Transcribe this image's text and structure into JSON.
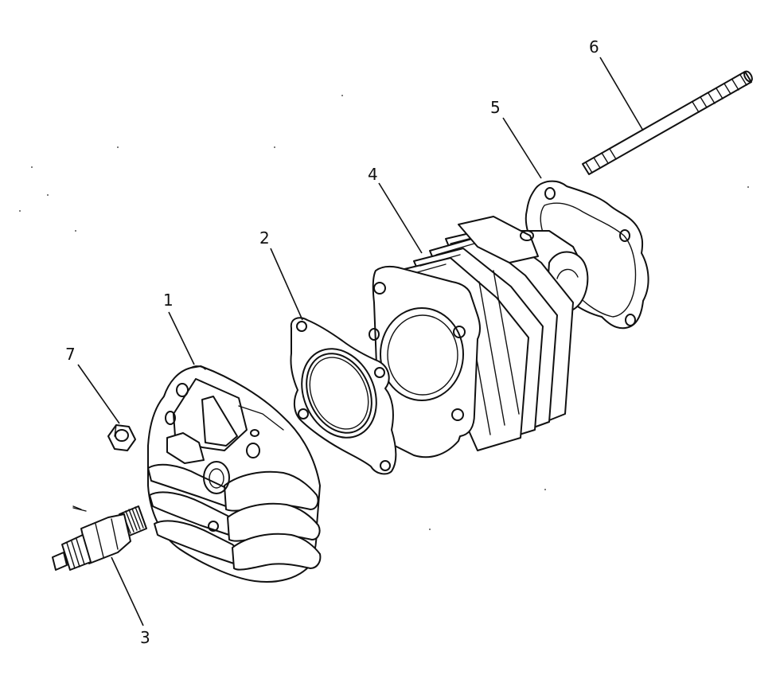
{
  "callouts": [
    {
      "id": "1",
      "part": "cylinder-head"
    },
    {
      "id": "2",
      "part": "cylinder-head-gasket"
    },
    {
      "id": "3",
      "part": "spark-plug"
    },
    {
      "id": "4",
      "part": "cylinder"
    },
    {
      "id": "5",
      "part": "cylinder-base-gasket"
    },
    {
      "id": "6",
      "part": "stud-bolt"
    },
    {
      "id": "7",
      "part": "nut"
    }
  ],
  "style": {
    "line_color": "#111111",
    "background": "#ffffff"
  }
}
